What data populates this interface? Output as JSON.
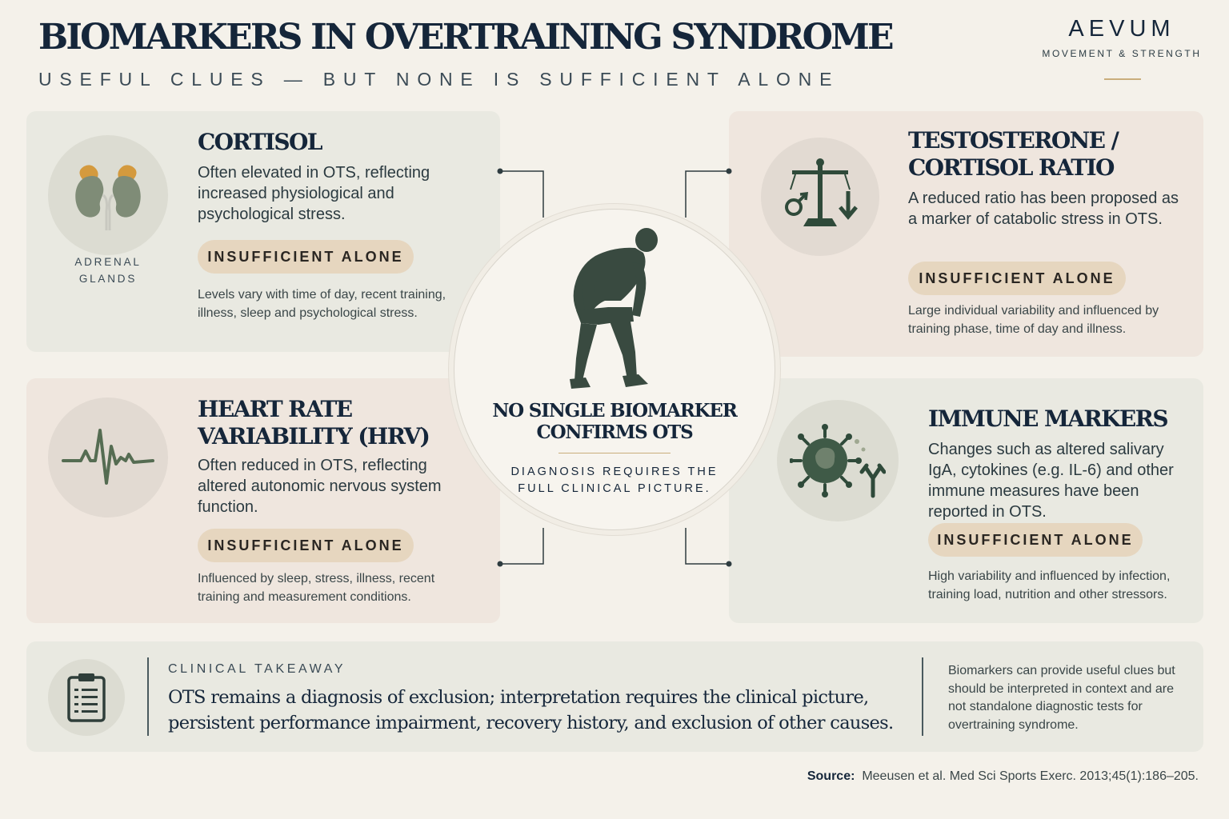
{
  "header": {
    "title": "BIOMARKERS IN OVERTRAINING SYNDROME",
    "subtitle": "USEFUL CLUES — BUT NONE IS SUFFICIENT ALONE"
  },
  "brand": {
    "name": "AEVUM",
    "tagline": "MOVEMENT & STRENGTH"
  },
  "panels": {
    "cortisol": {
      "title": "CORTISOL",
      "icon_label_line1": "ADRENAL",
      "icon_label_line2": "GLANDS",
      "description": "Often elevated in OTS, reflecting increased physiological and psychological stress.",
      "badge": "INSUFFICIENT ALONE",
      "note": "Levels vary with time of day, recent training, illness, sleep and psychological stress."
    },
    "tc_ratio": {
      "title_line1": "TESTOSTERONE /",
      "title_line2": "CORTISOL RATIO",
      "description": "A reduced ratio has been proposed as a marker of catabolic stress in OTS.",
      "badge": "INSUFFICIENT ALONE",
      "note": "Large individual variability and influenced by training phase, time of day and illness."
    },
    "hrv": {
      "title_line1": "HEART RATE",
      "title_line2": "VARIABILITY (HRV)",
      "description": "Often reduced in OTS, reflecting altered autonomic nervous system function.",
      "badge": "INSUFFICIENT ALONE",
      "note": "Influenced by sleep, stress, illness, recent training and measurement conditions."
    },
    "immune": {
      "title": "IMMUNE MARKERS",
      "description": "Changes such as altered salivary IgA, cytokines (e.g. IL-6) and other immune measures have been reported in OTS.",
      "badge": "INSUFFICIENT ALONE",
      "note": "High variability and influenced by infection, training load, nutrition and other stressors."
    }
  },
  "center": {
    "title_line1": "NO SINGLE BIOMARKER",
    "title_line2": "CONFIRMS OTS",
    "subtitle": "DIAGNOSIS REQUIRES THE FULL CLINICAL PICTURE."
  },
  "takeaway": {
    "label": "CLINICAL TAKEAWAY",
    "text": "OTS remains a diagnosis of exclusion; interpretation requires the clinical picture, persistent performance impairment, recovery history, and exclusion of other causes.",
    "note": "Biomarkers can provide useful clues but should be interpreted in context and are not standalone diagnostic tests for overtraining syndrome."
  },
  "source": {
    "label": "Source:",
    "citation": "Meeusen et al. Med Sci Sports Exerc. 2013;45(1):186–205."
  },
  "colors": {
    "navy": "#15263a",
    "sage": "#5e6f5e",
    "dark_green": "#3a4a3e",
    "gold": "#c9ad7c",
    "pill": "#e6d6bf"
  }
}
